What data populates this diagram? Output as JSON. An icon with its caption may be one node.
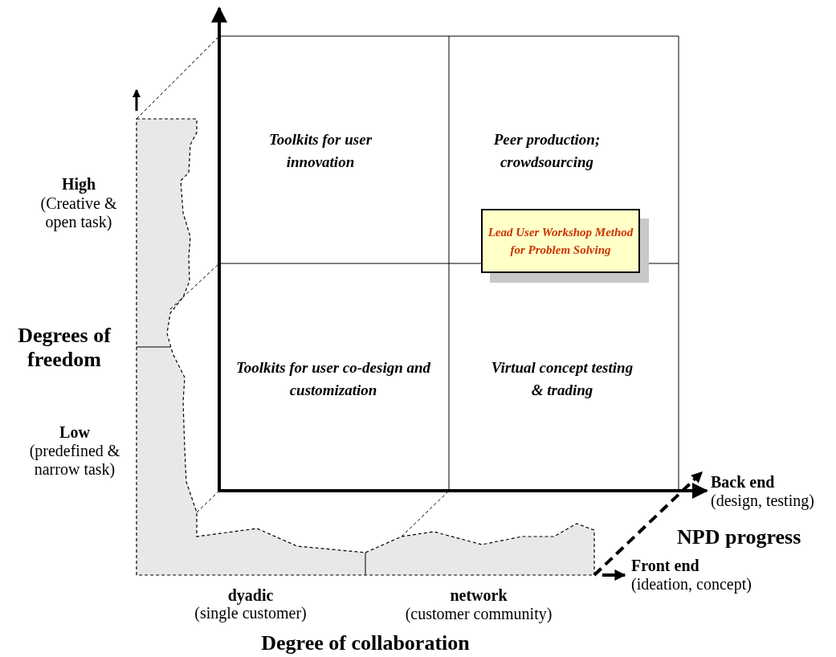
{
  "diagram": {
    "nodes": [
      {
        "text": [
          "Toolkits for user innovation"
        ]
      },
      {
        "text": [
          "Peer production; crowdsourcing"
        ]
      },
      {
        "text": [
          "Lead User Workshop Method for Problem Solving"
        ]
      },
      {
        "text": [
          "Toolkits for user co-design and customization"
        ]
      },
      {
        "text": [
          "Virtual concept testing & trading"
        ]
      }
    ],
    "labels": [
      "High",
      "(Creative & open task)",
      "Degrees of freedom",
      "Low",
      "(predefined & narrow task)",
      "Back end",
      "(design, testing)",
      "NPD progress",
      "Front end",
      "(ideation, concept)",
      "dyadic",
      "(single customer)",
      "network",
      "(customer community)",
      "Degree of collaboration"
    ]
  }
}
